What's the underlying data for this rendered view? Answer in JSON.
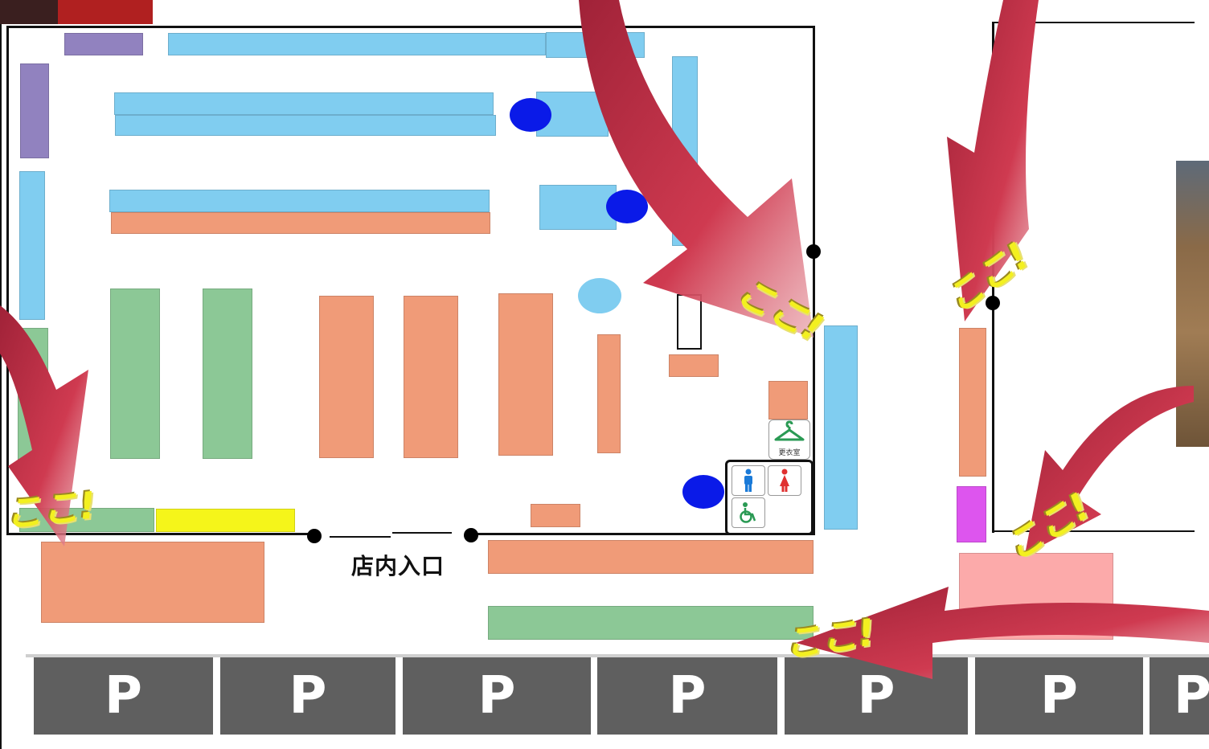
{
  "map": {
    "entrance_label": "店内入口",
    "parking_label": "P",
    "parking_spaces": [
      "P",
      "P",
      "P",
      "P",
      "P",
      "P",
      "P"
    ],
    "callouts": [
      "ここ!",
      "ここ!",
      "ここ!",
      "ここ!",
      "ここ!"
    ],
    "changing_room_label": "更衣室",
    "restroom_icons": [
      "male-restroom-icon",
      "female-restroom-icon",
      "wheelchair-icon"
    ],
    "colors": {
      "shelf_blue": "#80cdf0",
      "shelf_orange": "#f09b78",
      "shelf_green": "#8cc896",
      "shelf_purple": "#9182bf",
      "shelf_yellow": "#f5f51a",
      "arrow_red": "#c8344a",
      "callout_yellow": "#f3f020",
      "parking_gray": "#5f5f5f",
      "marker_blue": "#0a1ae8"
    }
  }
}
